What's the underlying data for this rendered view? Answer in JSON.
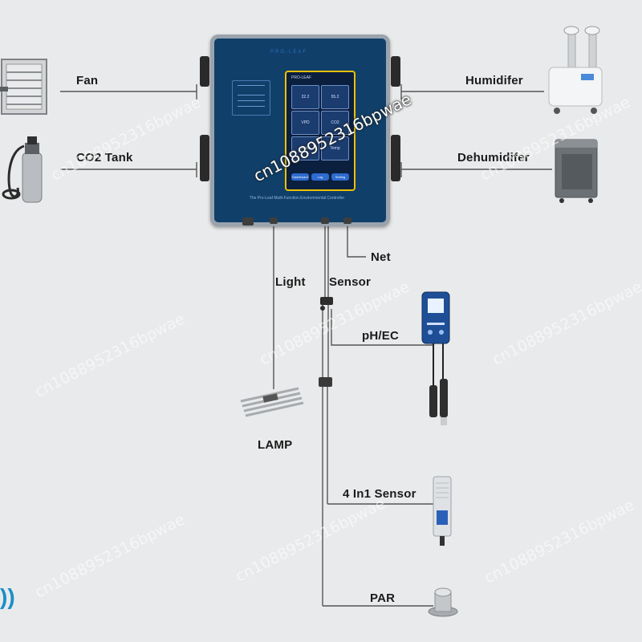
{
  "labels": {
    "fan": "Fan",
    "co2_tank": "CO2 Tank",
    "humidifier": "Humidifer",
    "dehumidifier": "Dehumidifer",
    "net": "Net",
    "light": "Light",
    "sensor": "Sensor",
    "ph_ec": "pH/EC",
    "lamp": "LAMP",
    "four_in_one_sensor": "4 In1 Sensor",
    "par": "PAR"
  },
  "controller": {
    "device_name": "The Pro-Leaf Multi-Function Environmental Controller",
    "top_strip_text": "PRO-LEAF",
    "screen": {
      "brand": "PRO-LEAF",
      "tiles": [
        "22.2",
        "55.2",
        "VPD",
        "CO2",
        "Light",
        "Temp"
      ],
      "buttons": [
        "Dashboard",
        "Log",
        "Setting"
      ]
    }
  },
  "watermark": "cn1088952316bpwae",
  "corner_glyph": "))",
  "colors": {
    "background": "#e9eaeb",
    "controller_body": "#10406a",
    "wire": "#555555"
  },
  "icons": [
    "fan-icon",
    "co2-tank-icon",
    "humidifier-icon",
    "dehumidifier-icon",
    "lamp-icon",
    "ph-ec-meter-icon",
    "four-in-one-sensor-icon",
    "par-sensor-icon"
  ]
}
